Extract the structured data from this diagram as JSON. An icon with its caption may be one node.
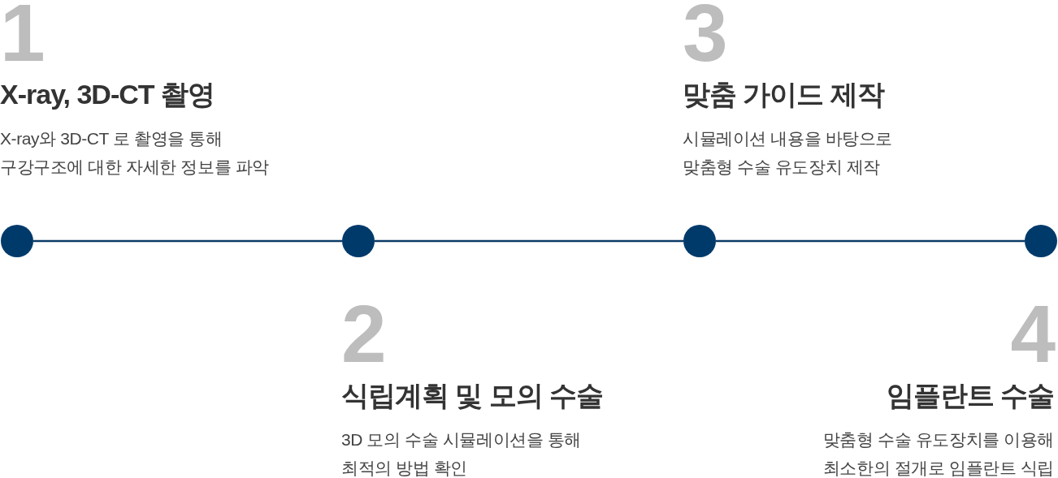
{
  "diagram": {
    "nodes": [
      {
        "text": [],
        "shape": "circle",
        "beside": [
          "1",
          "X-ray, 3D-CT 촬영",
          "X-ray와 3D-CT 로 촬영을 통해 구강구조에 대한 자세한 정보를 파악"
        ]
      },
      {
        "text": [],
        "shape": "circle",
        "beside": [
          "2",
          "식립계획 및 모의 수술",
          "3D 모의 수술 시뮬레이션을 통해 최적의 방법 확인"
        ]
      },
      {
        "text": [],
        "shape": "circle",
        "beside": [
          "3",
          "맞춤 가이드 제작",
          "시뮬레이션 내용을 바탕으로 맞춤형 수술 유도장치 제작"
        ]
      },
      {
        "text": [],
        "shape": "circle",
        "beside": [
          "4",
          "임플란트 수술",
          "맞춤형 수술 유도장치를 이용해 최소한의 절개로 임플란트 식립"
        ]
      }
    ],
    "edges": [
      {
        "from": 0,
        "to": 1,
        "arrow": "none"
      },
      {
        "from": 1,
        "to": 2,
        "arrow": "none"
      },
      {
        "from": 2,
        "to": 3,
        "arrow": "none"
      }
    ]
  }
}
